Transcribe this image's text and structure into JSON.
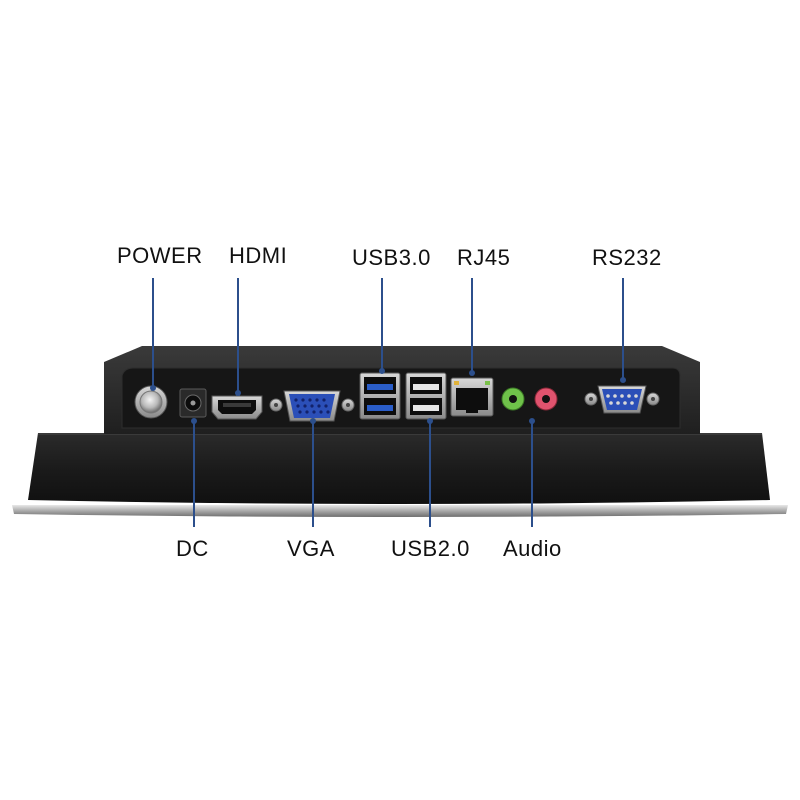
{
  "labels": {
    "power": "POWER",
    "hdmi": "HDMI",
    "usb30": "USB3.0",
    "rj45": "RJ45",
    "rs232": "RS232",
    "dc": "DC",
    "vga": "VGA",
    "usb20": "USB2.0",
    "audio": "Audio"
  },
  "colors": {
    "leader_line": "#2c4f8c",
    "device_body": "#1a1a1a",
    "usb3_blue": "#2a5dc8",
    "vga_blue": "#2b4fb8",
    "audio_green": "#6fc24a",
    "audio_pink": "#e0536e"
  }
}
